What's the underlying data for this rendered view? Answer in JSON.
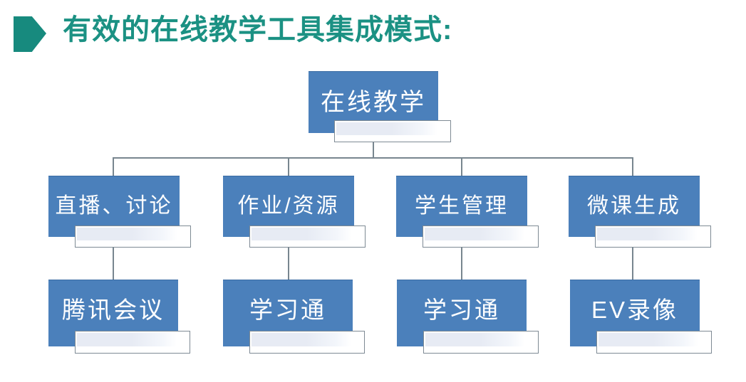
{
  "title": {
    "text": "有效的在线教学工具集成模式:"
  },
  "icons": {
    "bullet": "arrow-right-pentagon-icon"
  },
  "colors": {
    "title_teal": "#1b9183",
    "bullet_teal": "#178a7e",
    "node_blue": "#4b80bb",
    "node_text": "#ffffff",
    "tag_fill": "#e7ebf4",
    "tag_border": "#7e8a94",
    "connector_gray": "#78868f",
    "background": "#ffffff"
  },
  "org_chart": {
    "root": {
      "label": "在线教学"
    },
    "branches": [
      {
        "category": {
          "label": "直播、讨论"
        },
        "tool": {
          "label": "腾讯会议"
        }
      },
      {
        "category": {
          "label": "作业/资源"
        },
        "tool": {
          "label": "学习通"
        }
      },
      {
        "category": {
          "label": "学生管理"
        },
        "tool": {
          "label": "学习通"
        }
      },
      {
        "category": {
          "label": "微课生成"
        },
        "tool": {
          "label": "EV录像"
        }
      }
    ]
  }
}
